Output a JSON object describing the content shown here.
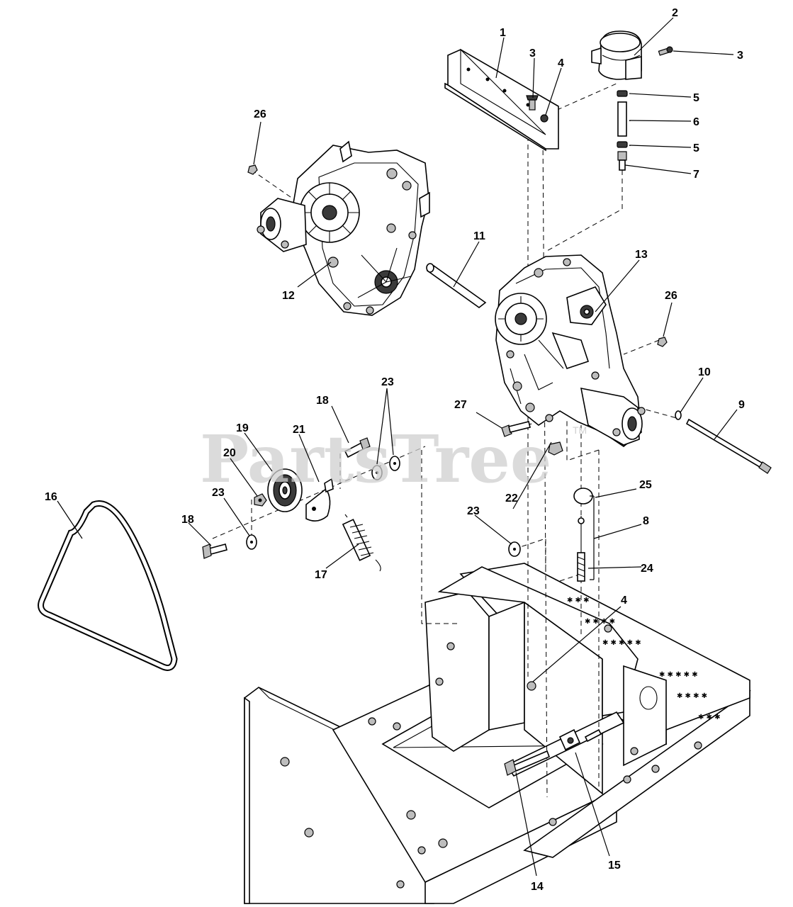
{
  "watermark": {
    "text": "PartsTree",
    "tm": "TM"
  },
  "callouts": [
    {
      "id": "c1",
      "label": "1"
    },
    {
      "id": "c2",
      "label": "2"
    },
    {
      "id": "c3a",
      "label": "3"
    },
    {
      "id": "c3b",
      "label": "3"
    },
    {
      "id": "c4a",
      "label": "4"
    },
    {
      "id": "c5a",
      "label": "5"
    },
    {
      "id": "c6",
      "label": "6"
    },
    {
      "id": "c5b",
      "label": "5"
    },
    {
      "id": "c7",
      "label": "7"
    },
    {
      "id": "c26a",
      "label": "26"
    },
    {
      "id": "c11",
      "label": "11"
    },
    {
      "id": "c12",
      "label": "12"
    },
    {
      "id": "c13",
      "label": "13"
    },
    {
      "id": "c26b",
      "label": "26"
    },
    {
      "id": "c10",
      "label": "10"
    },
    {
      "id": "c9",
      "label": "9"
    },
    {
      "id": "c23a",
      "label": "23"
    },
    {
      "id": "c18a",
      "label": "18"
    },
    {
      "id": "c19",
      "label": "19"
    },
    {
      "id": "c21",
      "label": "21"
    },
    {
      "id": "c27",
      "label": "27"
    },
    {
      "id": "c20",
      "label": "20"
    },
    {
      "id": "c25",
      "label": "25"
    },
    {
      "id": "c16",
      "label": "16"
    },
    {
      "id": "c23b",
      "label": "23"
    },
    {
      "id": "c22",
      "label": "22"
    },
    {
      "id": "c8",
      "label": "8"
    },
    {
      "id": "c18b",
      "label": "18"
    },
    {
      "id": "c23c",
      "label": "23"
    },
    {
      "id": "c24",
      "label": "24"
    },
    {
      "id": "c17",
      "label": "17"
    },
    {
      "id": "c4b",
      "label": "4"
    },
    {
      "id": "c15",
      "label": "15"
    },
    {
      "id": "c14",
      "label": "14"
    }
  ]
}
